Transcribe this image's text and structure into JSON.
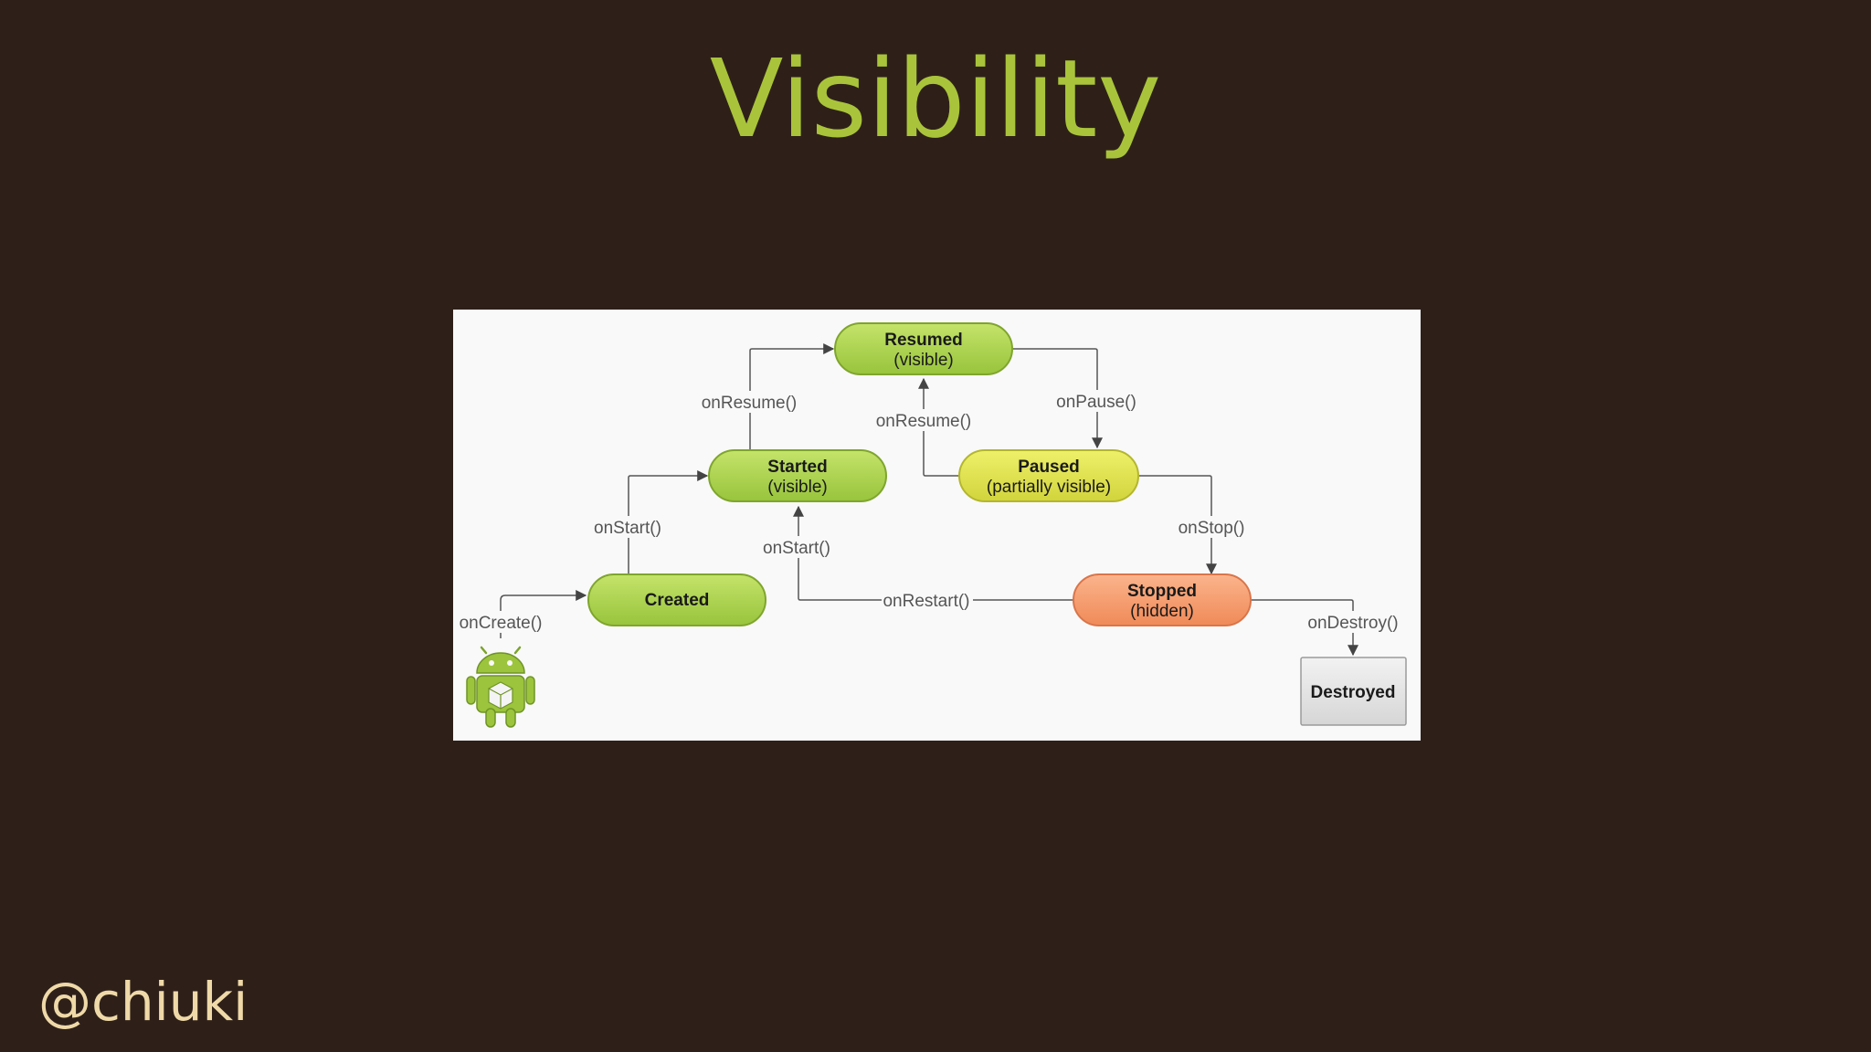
{
  "slide": {
    "title": "Visibility",
    "handle": "@chiuki"
  },
  "diagram": {
    "states": {
      "resumed": {
        "name": "Resumed",
        "detail": "(visible)"
      },
      "started": {
        "name": "Started",
        "detail": "(visible)"
      },
      "paused": {
        "name": "Paused",
        "detail": "(partially visible)"
      },
      "created": {
        "name": "Created"
      },
      "stopped": {
        "name": "Stopped",
        "detail": "(hidden)"
      },
      "destroyed": {
        "name": "Destroyed"
      }
    },
    "transitions": {
      "on_create": "onCreate()",
      "on_start_1": "onStart()",
      "on_start_2": "onStart()",
      "on_resume_1": "onResume()",
      "on_resume_2": "onResume()",
      "on_pause": "onPause()",
      "on_stop": "onStop()",
      "on_restart": "onRestart()",
      "on_destroy": "onDestroy()"
    },
    "colors": {
      "green_state": "#a7d24a",
      "yellow_state": "#dde04a",
      "orange_state": "#f6986a",
      "destroyed_box": "#e3e3e3",
      "title": "#a9c43a",
      "background": "#2e2019"
    },
    "icons": [
      "android-robot-icon"
    ]
  }
}
